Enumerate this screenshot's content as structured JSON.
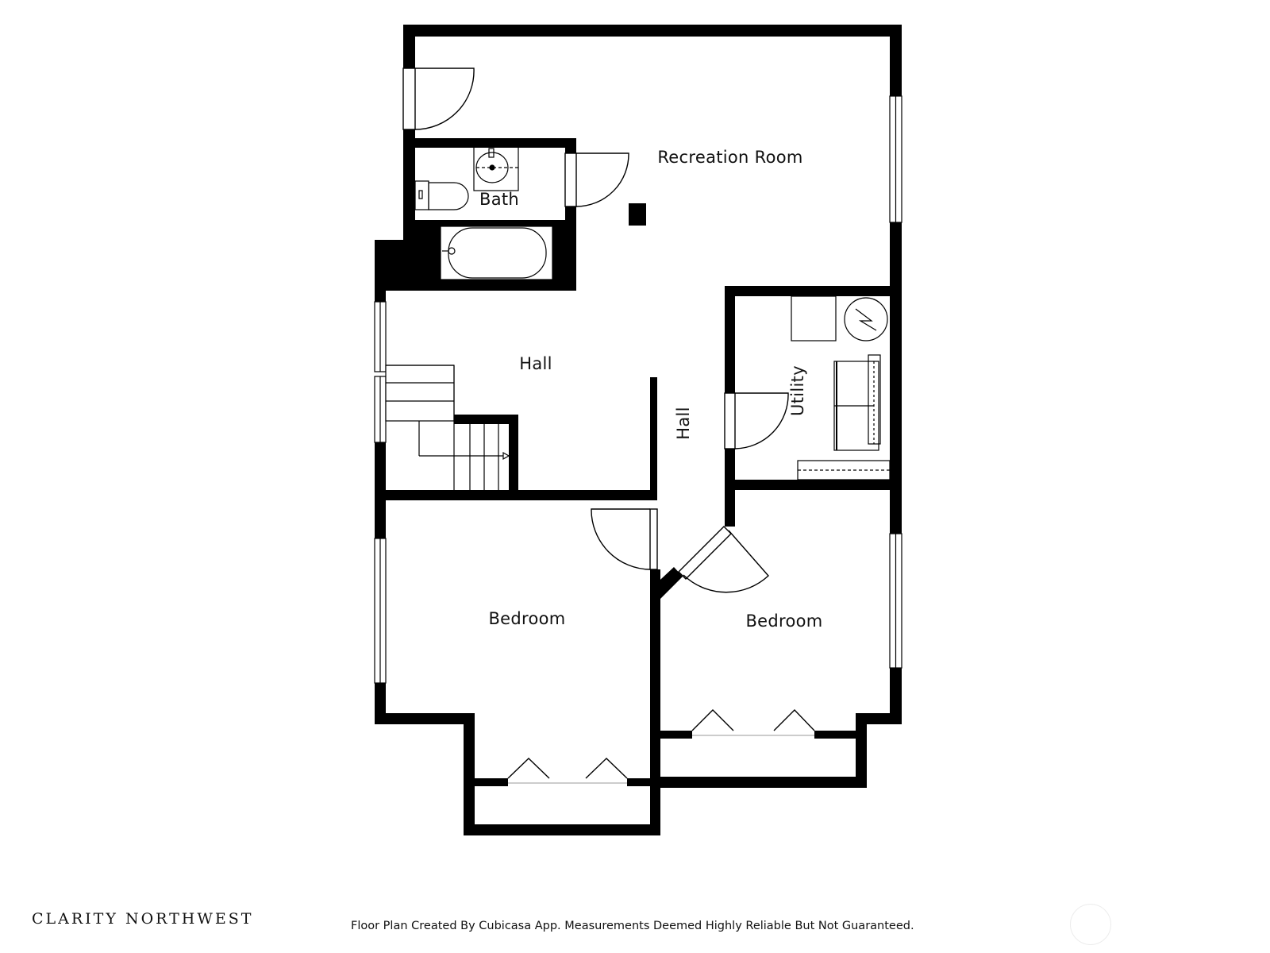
{
  "rooms": {
    "recreation_room": "Recreation Room",
    "bath": "Bath",
    "hall_main": "Hall",
    "hall_corridor": "Hall",
    "utility": "Utility",
    "bedroom_left": "Bedroom",
    "bedroom_right": "Bedroom"
  },
  "footer": {
    "brand": "CLARITY NORTHWEST",
    "disclaimer": "Floor Plan Created By Cubicasa App. Measurements Deemed Highly Reliable But Not Guaranteed."
  },
  "colors": {
    "wall": "#000000",
    "fixture_line": "#000000",
    "background": "#ffffff"
  }
}
